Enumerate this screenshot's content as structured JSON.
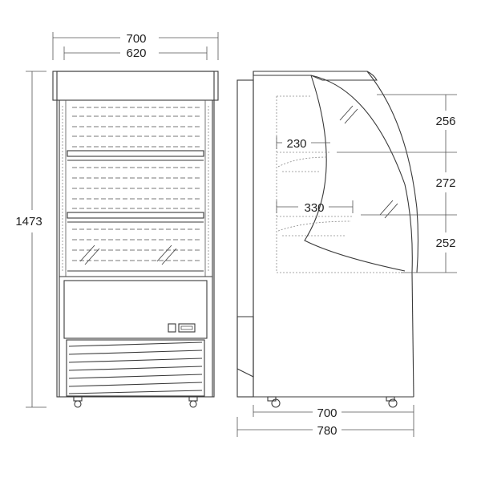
{
  "front_view": {
    "width_overall": "700",
    "width_inner": "620",
    "height_overall": "1473"
  },
  "side_view": {
    "depth_700": "700",
    "depth_780": "780",
    "shelf_depth_upper": "230",
    "shelf_depth_lower": "330",
    "height_top": "256",
    "height_middle": "272",
    "height_bottom": "252"
  },
  "colors": {
    "line": "#3a3a3a",
    "dimension": "#555555",
    "background": "#ffffff"
  }
}
